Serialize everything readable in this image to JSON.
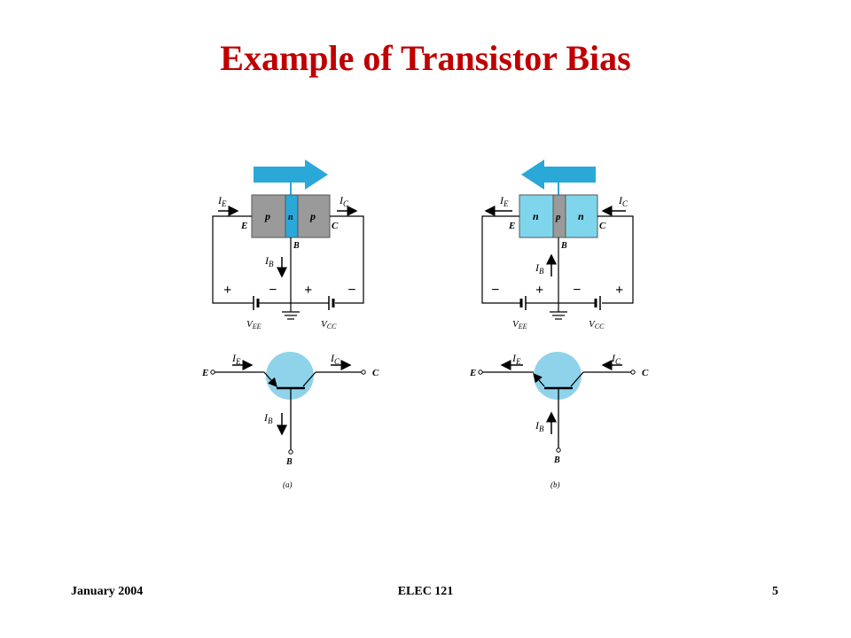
{
  "slide": {
    "title": "Example of Transistor Bias",
    "footer_left": "January 2004",
    "footer_center": "ELEC 121",
    "footer_right": "5"
  },
  "diagram_a": {
    "caption": "(a)",
    "emitter_current": "I",
    "emitter_sub": "E",
    "collector_current": "I",
    "collector_sub": "C",
    "base_current": "I",
    "base_sub": "B",
    "region_emitter": "p",
    "region_base": "n",
    "region_collector": "p",
    "term_e": "E",
    "term_c": "C",
    "term_b": "B",
    "sym_e": "E",
    "sym_c": "C",
    "sym_b": "B",
    "vee": "V",
    "vee_sub": "EE",
    "vcc": "V",
    "vcc_sub": "CC",
    "plus": "+",
    "minus": "−"
  },
  "diagram_b": {
    "caption": "(b)",
    "emitter_current": "I",
    "emitter_sub": "E",
    "collector_current": "I",
    "collector_sub": "C",
    "base_current": "I",
    "base_sub": "B",
    "region_emitter": "n",
    "region_base": "p",
    "region_collector": "n",
    "term_e": "E",
    "term_c": "C",
    "term_b": "B",
    "sym_e": "E",
    "sym_c": "C",
    "sym_b": "B",
    "vee": "V",
    "vee_sub": "EE",
    "vcc": "V",
    "vcc_sub": "CC",
    "plus": "+",
    "minus": "−"
  },
  "colors": {
    "title": "#c00000",
    "arrow_blue": "#2aa8d8",
    "region_gray": "#9a9a9a",
    "region_cyan": "#7fd6ec",
    "symbol_circle": "#8fd3ea"
  }
}
